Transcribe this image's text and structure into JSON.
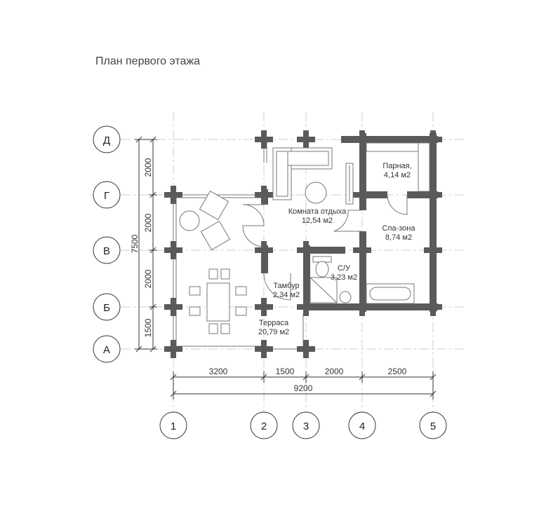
{
  "title": "План первого этажа",
  "axes": {
    "rows": [
      "Д",
      "Г",
      "В",
      "Б",
      "А"
    ],
    "columns": [
      "1",
      "2",
      "3",
      "4",
      "5"
    ]
  },
  "dimensions": {
    "vertical_total": "7500",
    "vertical": [
      "2000",
      "2000",
      "2000",
      "1500"
    ],
    "horizontal": [
      "3200",
      "1500",
      "2000",
      "2500"
    ],
    "horizontal_total": "9200"
  },
  "rooms": {
    "parnaya": {
      "name": "Парная,",
      "area": "4,14 м2"
    },
    "komnata": {
      "name": "Комната отдыха",
      "area": "12,54 м2"
    },
    "spa": {
      "name": "Спа-зона",
      "area": "8,74 м2"
    },
    "su": {
      "name": "С/У",
      "area": "3,23 м2"
    },
    "tambur": {
      "name": "Тамбур",
      "area": "2,34 м2"
    },
    "terrasa": {
      "name": "Терраса",
      "area": "20,79 м2"
    }
  },
  "colors": {
    "wall": "#5a5a5a",
    "grid": "#cfcfcf",
    "line": "#333333"
  }
}
